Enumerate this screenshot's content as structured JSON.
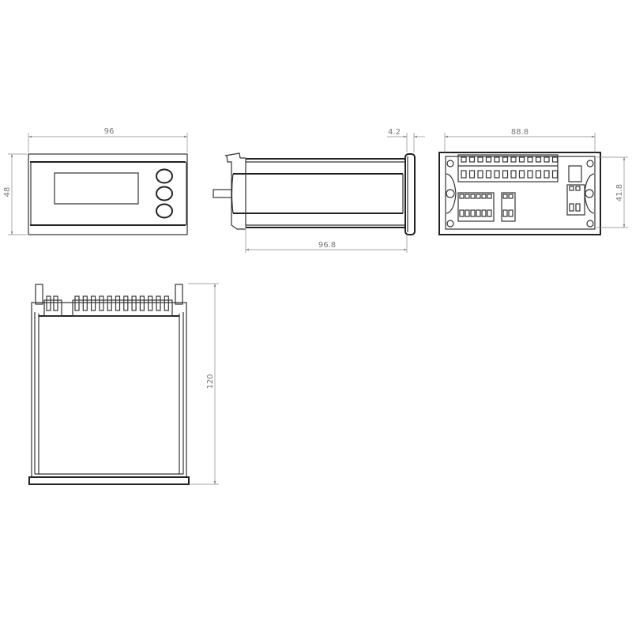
{
  "dimensions": {
    "front_width": "96",
    "front_height": "48",
    "side_flange": "4.2",
    "side_depth": "96.8",
    "rear_width": "88.8",
    "rear_height": "41.8",
    "top_depth": "120"
  },
  "colors": {
    "line": "#333333",
    "dimension": "#888888"
  }
}
